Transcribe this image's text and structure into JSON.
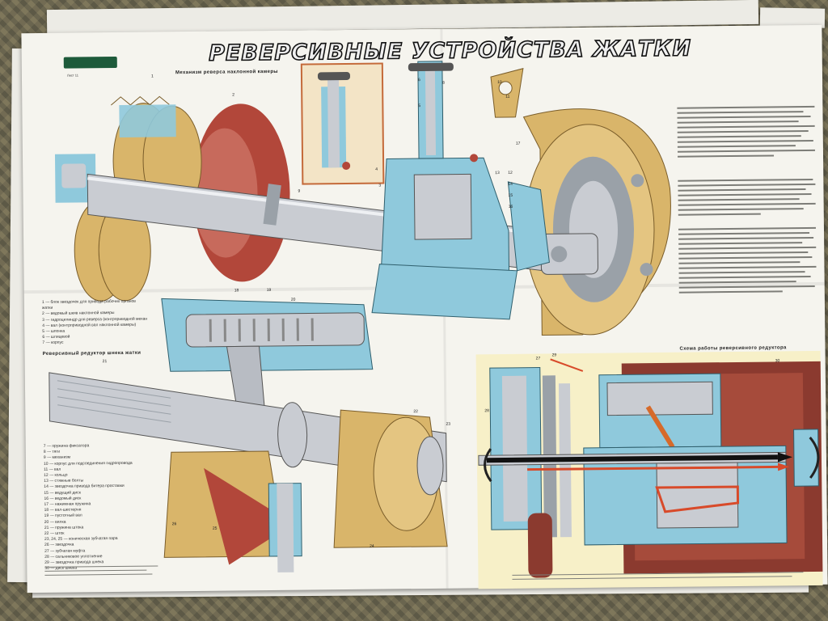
{
  "poster": {
    "title": "Реверсивные устройства жатки",
    "section_top": "Механизм реверса наклонной камеры",
    "section_left": "Реверсивный редуктор шнека жатки",
    "section_right": "Схема работы реверсивного редуктора",
    "sheet_code": "Лист 11"
  },
  "legend_top": [
    "1 — блок звездочек для привода рабочих органов",
    "жатки",
    "2 — ведомый шкив наклонной камеры",
    "3 — гидроцилиндр для реверса (контрприводной механизм)",
    "4 — вал (контрприводной вал наклонной камеры)",
    "5 — шпонка",
    "6 — шлицевой",
    "7 — корпус"
  ],
  "legend_bottom": [
    "7 — пружина фиксатора",
    "8 — тяги",
    "9 — механизм",
    "10 — корпус для подсоединения гидропровода",
    "11 — вал",
    "12 — кольцо",
    "13 — стяжные болты",
    "14 — звездочка привода битера проставки",
    "15 — ведущий диск",
    "16 — ведомый диск",
    "17 — нажимная пружина",
    "18 — вал-шестерня",
    "19 — пустотный вал",
    "20 — вилка",
    "21 — пружина штока",
    "22 — шток",
    "23, 24, 25 — коническая зубчатая пара",
    "26 — звездочка",
    "27 — зубчатая муфта",
    "28 — сальниковое уплотнение",
    "29 — звездочка привода шнека",
    "30 — диск шнека"
  ],
  "callouts": [
    "1",
    "2",
    "3",
    "4",
    "5",
    "6",
    "8",
    "9",
    "10",
    "11",
    "12",
    "13",
    "14",
    "15",
    "16",
    "17",
    "18",
    "19",
    "20",
    "21",
    "22",
    "23",
    "24",
    "25",
    "26",
    "27",
    "28",
    "29",
    "30"
  ],
  "colors": {
    "metal_gray": "#c9ccd2",
    "metal_blue": "#8fc9dc",
    "bronze_red": "#b2473a",
    "tan_gold": "#d9b56a",
    "schema_bg": "#f7f0c8",
    "drum_red": "#8b3a2f",
    "title_outline": "#111111"
  }
}
